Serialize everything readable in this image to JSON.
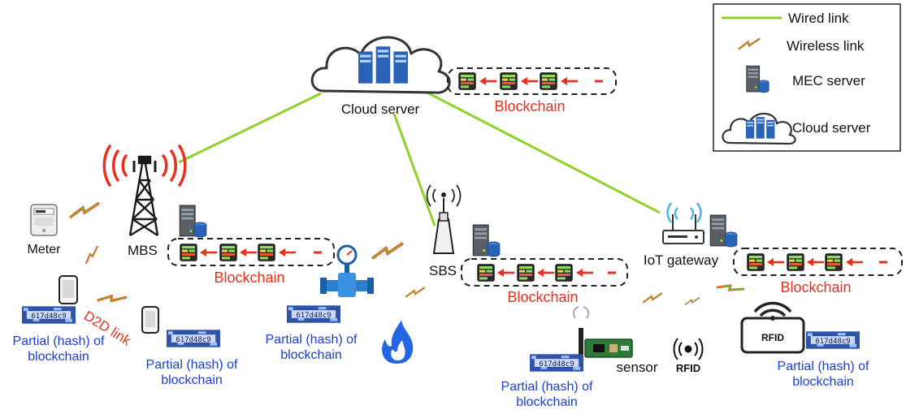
{
  "legend": {
    "wired": "Wired link",
    "wireless": "Wireless link",
    "mec": "MEC server",
    "cloud": "Cloud server"
  },
  "nodes": {
    "cloud": "Cloud server",
    "mbs": "MBS",
    "sbs": "SBS",
    "iot_gateway": "IoT gateway",
    "meter": "Meter",
    "sensor": "sensor",
    "rfid": "RFID",
    "rfid_reader": "RFID"
  },
  "blockchain_label": "Blockchain",
  "d2d_label": "D2D link",
  "partial_line1": "Partial (hash) of",
  "partial_line2": "blockchain",
  "hash_value": "617d48c9",
  "colors": {
    "wired": "#8fd12b",
    "wireless_red": "#e8301c",
    "wireless_green": "#7fd21c",
    "server_blue": "#2a62b7",
    "text_blue": "#1a3fd0",
    "text_red": "#e8301c"
  }
}
